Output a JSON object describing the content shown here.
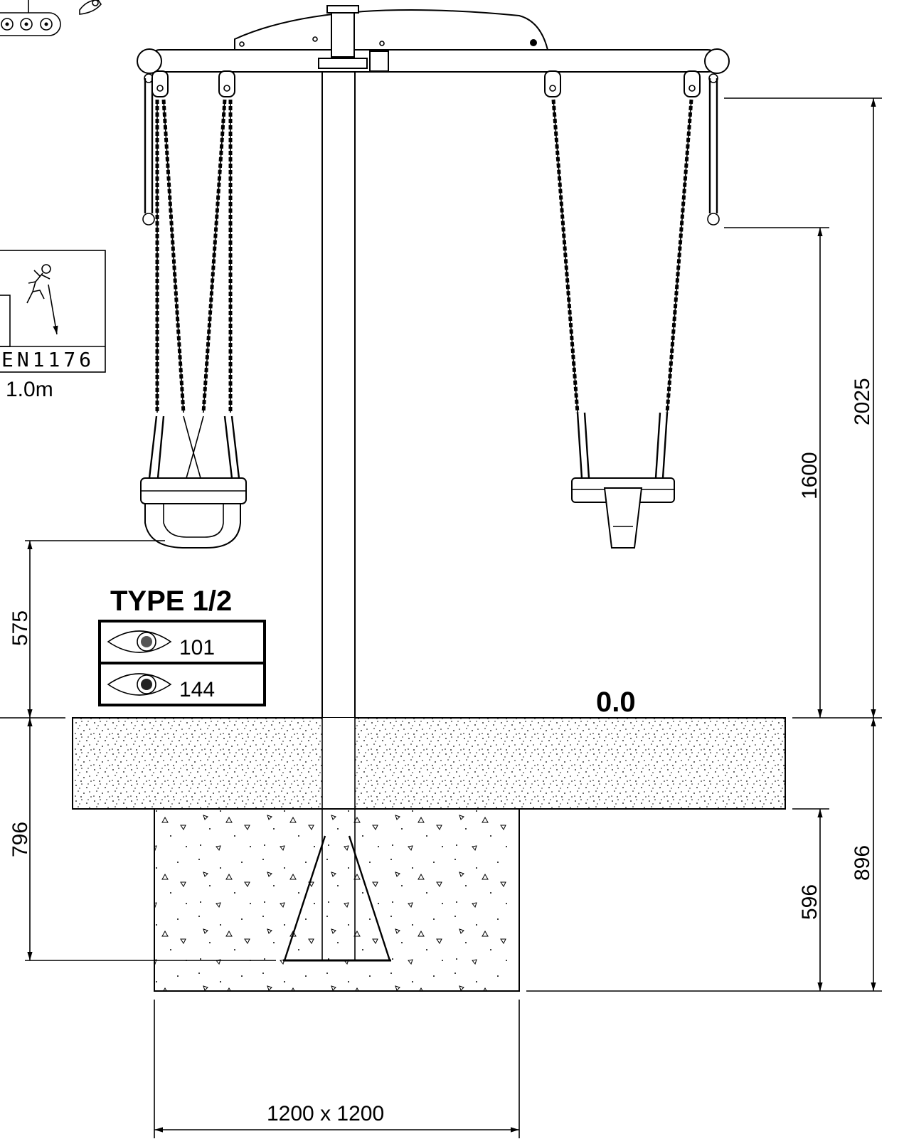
{
  "standard_label": "EN1176",
  "fall_height_label": "1.0m",
  "type_label": "TYPE 1/2",
  "visibility": {
    "value_1": "101",
    "value_2": "144"
  },
  "ground_level_label": "0.0",
  "dimensions": {
    "seat_clearance": "575",
    "anchor_depth": "796",
    "total_height": "2025",
    "seat_height": "1600",
    "foundation_depth": "596",
    "total_depth": "896",
    "foundation_size": "1200 x 1200"
  }
}
